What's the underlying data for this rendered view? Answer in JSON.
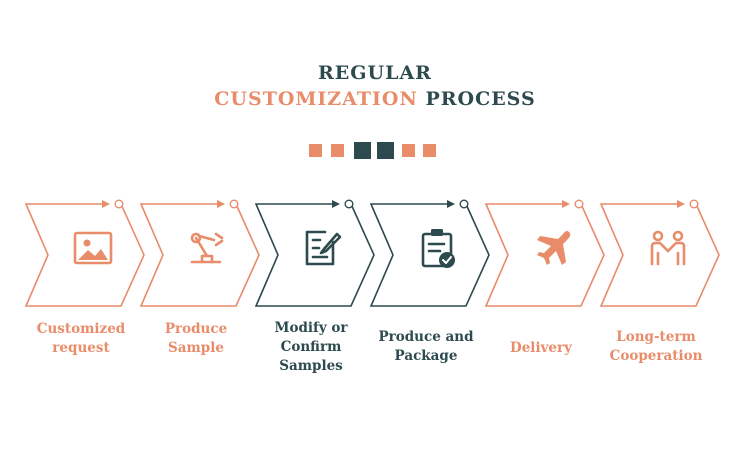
{
  "title": {
    "line1": "REGULAR",
    "line2_accent": "CUSTOMIZATION",
    "line2_dark": "PROCESS"
  },
  "colors": {
    "accent": "#e88c6a",
    "dark": "#2d4a4e",
    "background": "#ffffff"
  },
  "decoration_squares": [
    "accent",
    "accent",
    "dark",
    "dark",
    "accent",
    "accent"
  ],
  "steps": [
    {
      "label": "Customized\nrequest",
      "icon": "image-icon",
      "color": "accent"
    },
    {
      "label": "Produce\nSample",
      "icon": "robot-arm-icon",
      "color": "accent"
    },
    {
      "label": "Modify or\nConfirm\nSamples",
      "icon": "edit-form-icon",
      "color": "dark"
    },
    {
      "label": "Produce and\nPackage",
      "icon": "clipboard-check-icon",
      "color": "dark"
    },
    {
      "label": "Delivery",
      "icon": "airplane-icon",
      "color": "accent"
    },
    {
      "label": "Long-term\nCooperation",
      "icon": "handshake-people-icon",
      "color": "accent"
    }
  ]
}
